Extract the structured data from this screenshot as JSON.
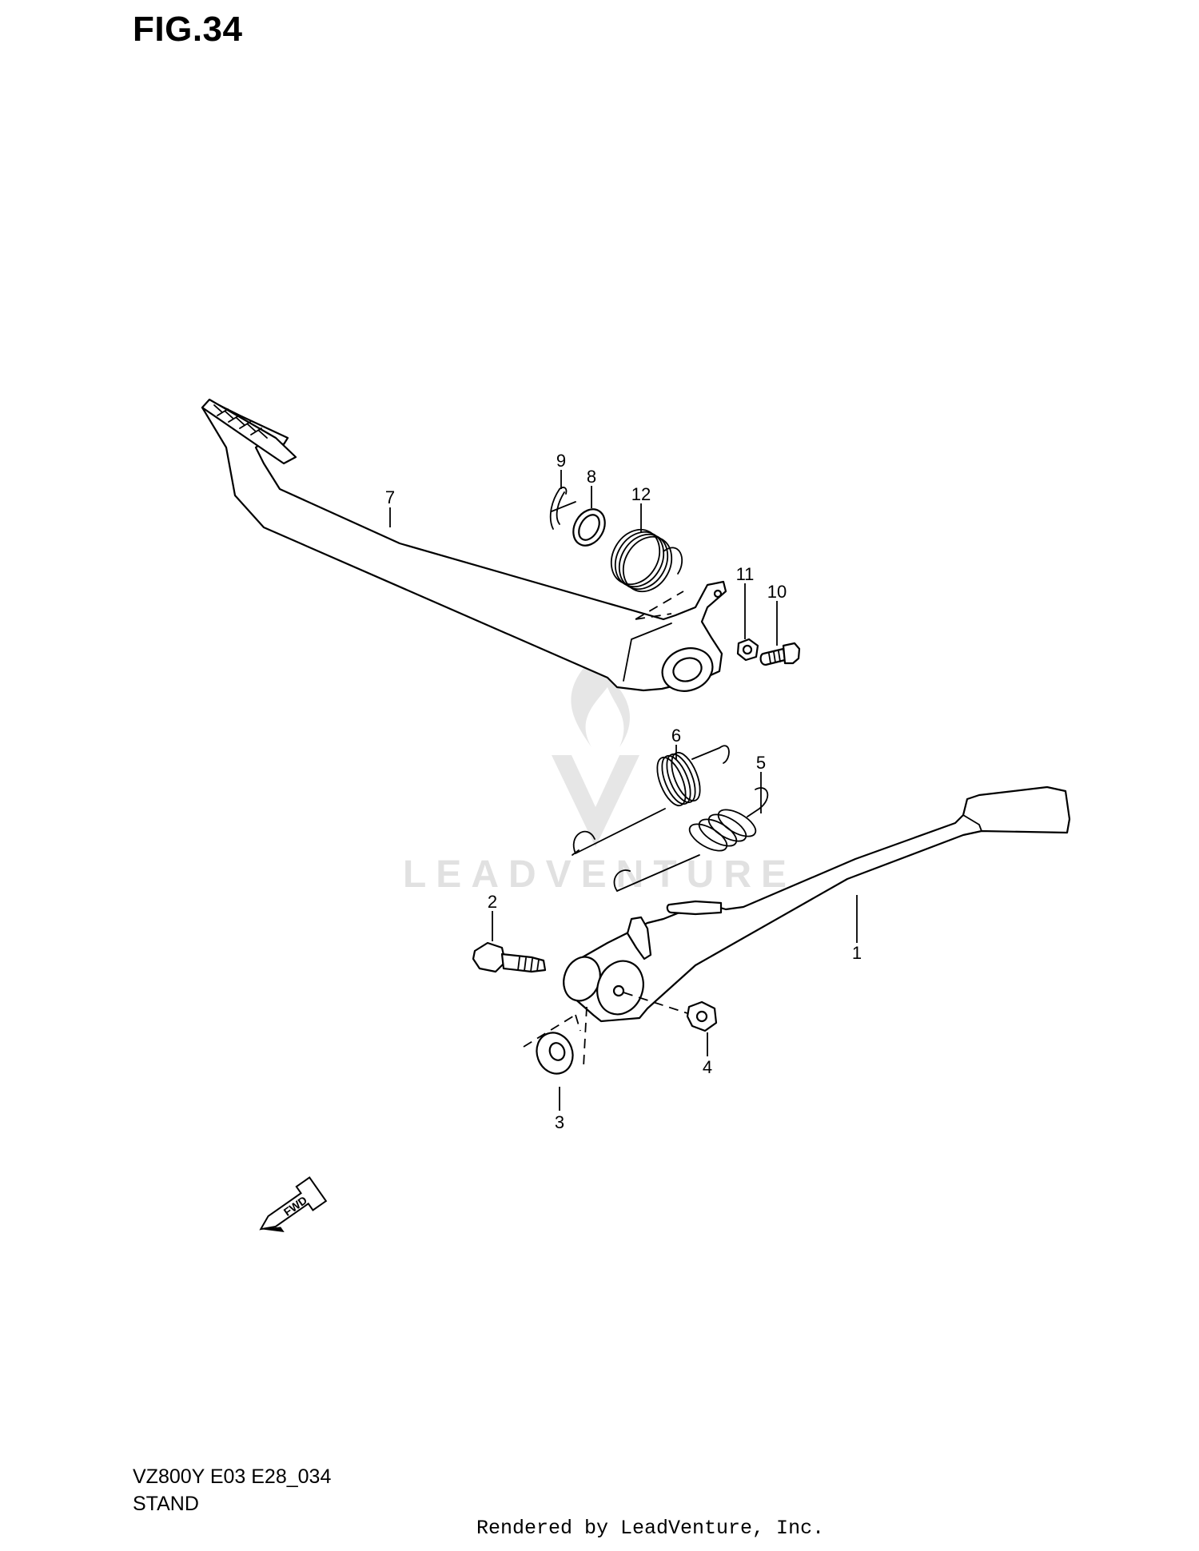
{
  "figure": {
    "title": "FIG.34"
  },
  "watermark": {
    "brand": "LEADVENTURE",
    "logo_icon": "flame-v-logo-icon",
    "color": "#c9c9c9"
  },
  "callouts": [
    {
      "id": "1",
      "label": "1"
    },
    {
      "id": "2",
      "label": "2"
    },
    {
      "id": "3",
      "label": "3"
    },
    {
      "id": "4",
      "label": "4"
    },
    {
      "id": "5",
      "label": "5"
    },
    {
      "id": "6",
      "label": "6"
    },
    {
      "id": "7",
      "label": "7"
    },
    {
      "id": "8",
      "label": "8"
    },
    {
      "id": "9",
      "label": "9"
    },
    {
      "id": "10",
      "label": "10"
    },
    {
      "id": "11",
      "label": "11"
    },
    {
      "id": "12",
      "label": "12"
    }
  ],
  "fwd_arrow": {
    "label": "FWD",
    "icon": "fwd-arrow-icon"
  },
  "footer": {
    "model_code": "VZ800Y E03 E28_034",
    "section_name": "STAND",
    "render_credit": "Rendered by LeadVenture, Inc."
  }
}
